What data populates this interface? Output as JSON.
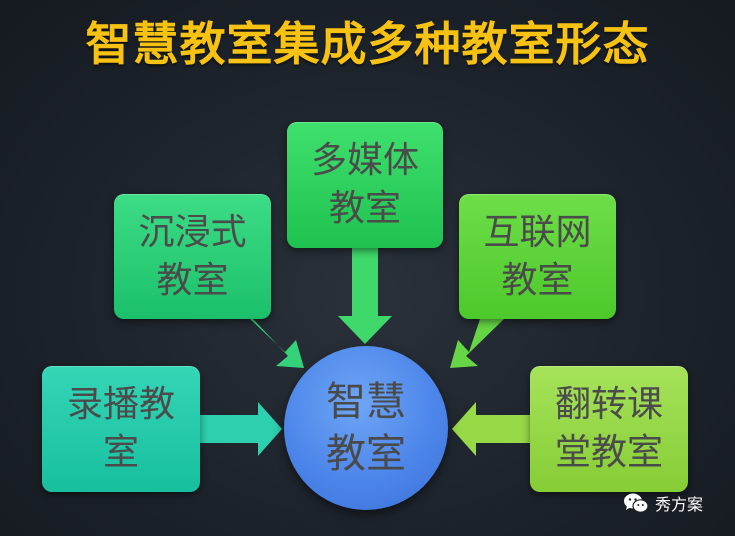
{
  "title": "智慧教室集成多种教室形态",
  "center_label": "智慧\n教室",
  "boxes": {
    "multimedia": "多媒体\n教室",
    "immersive": "沉浸式\n教室",
    "internet": "互联网\n教室",
    "record": "录播教\n室",
    "flipped": "翻转课\n堂教室"
  },
  "watermark": {
    "text": "秀方案",
    "icon": "wechat-icon"
  },
  "colors": {
    "title": "#f7c211",
    "center": "#4d86ea",
    "multimedia": "#1fc24f",
    "immersive": "#1cc06a",
    "internet": "#4cc92b",
    "record": "#17bf9f",
    "flipped": "#86cd36"
  }
}
